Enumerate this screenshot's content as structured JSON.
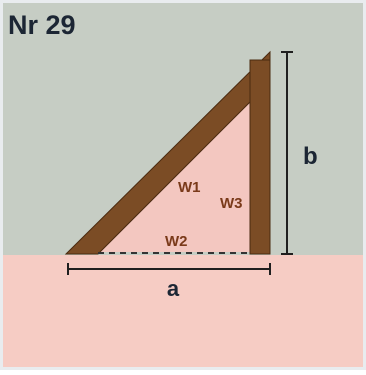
{
  "title": "Nr 29",
  "labels": {
    "a": "a",
    "b": "b",
    "w1": "W1",
    "w2": "W2",
    "w3": "W3"
  },
  "colors": {
    "sky": "#c6cdc4",
    "ground": "#f6ccc4",
    "triangle_fill": "#f3c7c0",
    "beam": "#7b4c25",
    "beam_edge": "#4a2a10",
    "dimension": "#1f1f1f",
    "label_brown": "#7a3a1a",
    "label_dark": "#1c2634",
    "frame": "#e9ecef"
  }
}
